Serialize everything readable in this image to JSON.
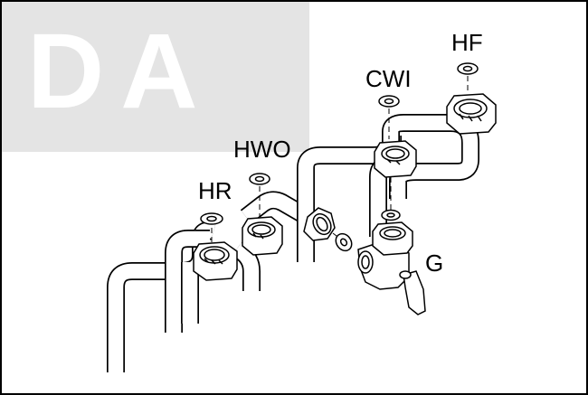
{
  "watermark": {
    "text": "DA"
  },
  "labels": {
    "hr": "HR",
    "hwo": "HWO",
    "cwi": "CWI",
    "hf": "HF",
    "g": "G"
  }
}
